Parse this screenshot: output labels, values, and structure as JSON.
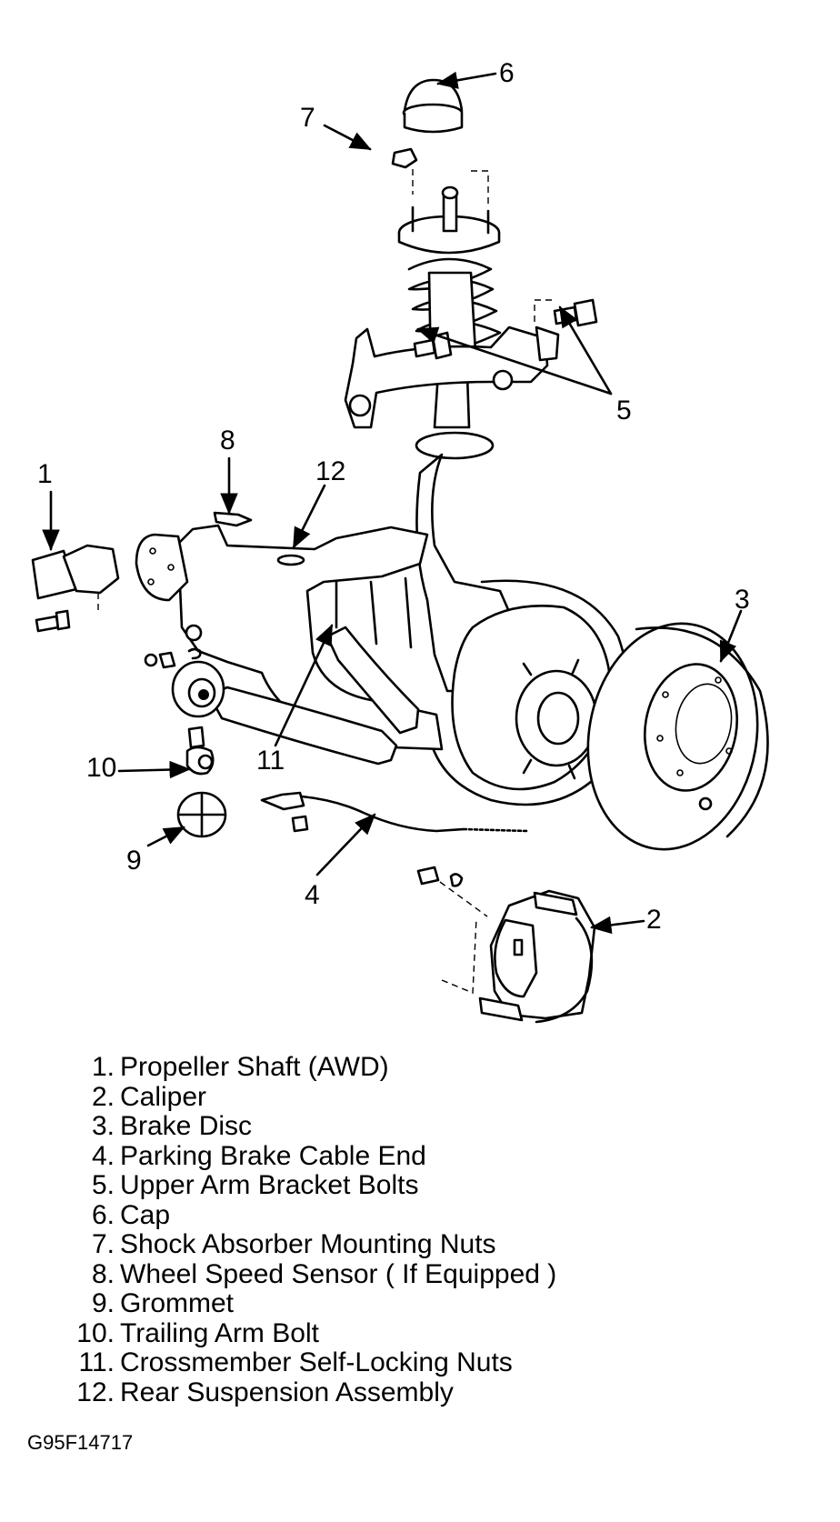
{
  "callouts": [
    "1",
    "2",
    "3",
    "4",
    "5",
    "6",
    "7",
    "8",
    "9",
    "10",
    "11",
    "12"
  ],
  "legend": [
    {
      "num": "1.",
      "label": "Propeller Shaft (AWD)"
    },
    {
      "num": "2.",
      "label": "Caliper"
    },
    {
      "num": "3.",
      "label": "Brake Disc"
    },
    {
      "num": "4.",
      "label": "Parking Brake Cable End"
    },
    {
      "num": "5.",
      "label": "Upper Arm Bracket Bolts"
    },
    {
      "num": "6.",
      "label": "Cap"
    },
    {
      "num": "7.",
      "label": "Shock Absorber Mounting Nuts"
    },
    {
      "num": "8.",
      "label": "Wheel Speed Sensor ( If Equipped )"
    },
    {
      "num": "9.",
      "label": "Grommet"
    },
    {
      "num": "10.",
      "label": "Trailing Arm Bolt"
    },
    {
      "num": "11.",
      "label": "Crossmember Self-Locking Nuts"
    },
    {
      "num": "12.",
      "label": "Rear Suspension Assembly"
    }
  ],
  "figure_code": "G95F14717"
}
